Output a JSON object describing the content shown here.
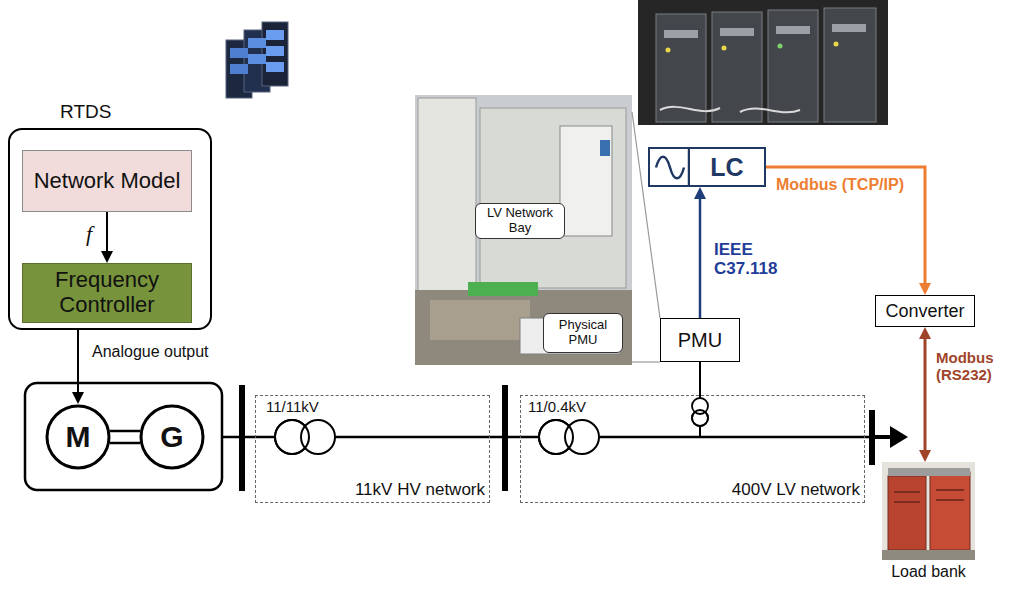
{
  "diagram": {
    "nodes": [
      {
        "text": [
          "RTDS"
        ]
      },
      {
        "text": [
          "Network Model"
        ],
        "in": 0
      },
      {
        "text": [
          "Frequency Controller"
        ],
        "in": 0
      },
      {
        "text": [
          "LV Network Bay"
        ]
      },
      {
        "text": [
          "Physical PMU"
        ]
      },
      {
        "text": [
          "LC"
        ]
      },
      {
        "text": [
          "PMU"
        ]
      },
      {
        "text": [
          "Converter"
        ]
      },
      {
        "text": [
          "M"
        ]
      },
      {
        "text": [
          "G"
        ]
      },
      {
        "text": [
          "11kV HV network"
        ]
      },
      {
        "text": [
          "400V LV network"
        ]
      },
      {
        "text": [
          "Load bank"
        ]
      }
    ],
    "edges": [
      {
        "from": 1,
        "to": 2,
        "label": "f",
        "arrow": "to"
      },
      {
        "from": 0,
        "to": 8,
        "label": "Analogue output",
        "arrow": "to"
      },
      {
        "from": 6,
        "to": 5,
        "label": "IEEE C37.118",
        "arrow": "to"
      },
      {
        "from": 5,
        "to": 7,
        "label": "Modbus (TCP/IP)",
        "arrow": "to"
      },
      {
        "from": 7,
        "to": 12,
        "label": "Modbus (RS232)",
        "arrow": "both"
      }
    ],
    "labels": [
      "11/11kV",
      "11/0.4kV"
    ]
  }
}
